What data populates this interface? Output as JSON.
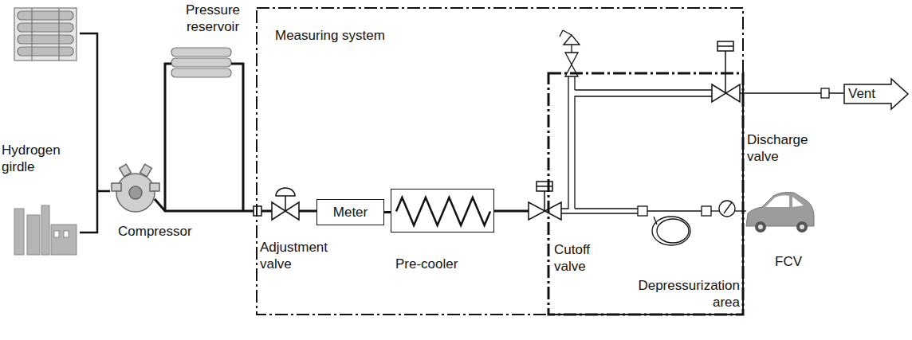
{
  "diagram": {
    "nodes": [
      {
        "text": [
          "Measuring system"
        ]
      },
      {
        "text": [
          "Meter"
        ],
        "in": 0
      },
      {
        "text": [
          "Pre-cooler"
        ],
        "in": 0
      },
      {
        "text": [
          "Depressurization area"
        ],
        "in": 0
      },
      {
        "text": [
          "Vent"
        ]
      }
    ],
    "edges": [
      {
        "from": 1,
        "to": 2,
        "arrow": "none"
      }
    ],
    "labels": [
      "Hydrogen girdle",
      "Pressure reservoir",
      "Compressor",
      "Adjustment valve",
      "Cutoff valve",
      "Discharge valve",
      "FCV"
    ]
  }
}
